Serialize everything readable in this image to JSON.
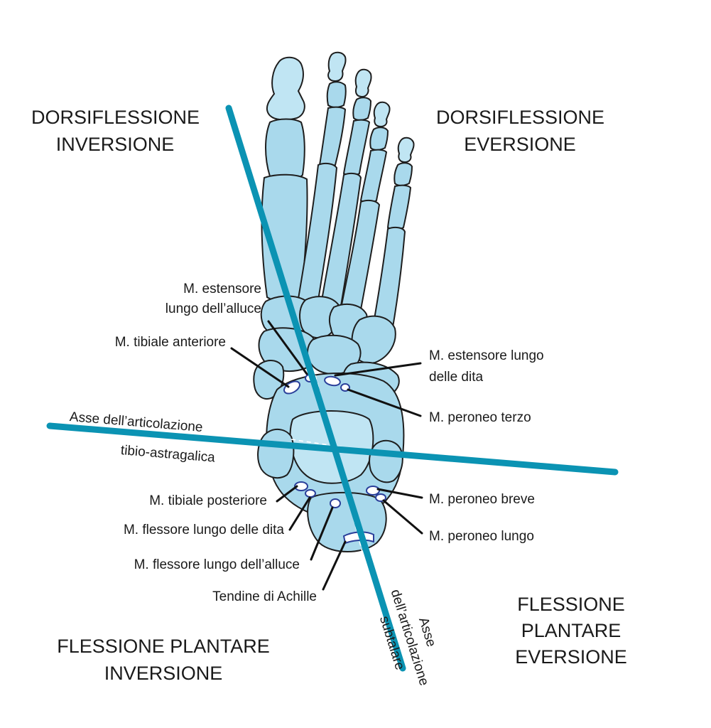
{
  "quadrants": {
    "top_left": [
      "DORSIFLESSIONE",
      "INVERSIONE"
    ],
    "top_right": [
      "DORSIFLESSIONE",
      "EVERSIONE"
    ],
    "bottom_left": [
      "FLESSIONE PLANTARE",
      "INVERSIONE"
    ],
    "bottom_right": [
      "FLESSIONE",
      "PLANTARE",
      "EVERSIONE"
    ]
  },
  "axes": {
    "tibiotalar": [
      "Asse dell’articolazione",
      "tibio-astragalica"
    ],
    "subtalar": [
      "Asse",
      "dell’articolazione",
      "subtalare"
    ]
  },
  "labels": {
    "ext_hallucis": [
      "M. estensore",
      "lungo dell’alluce"
    ],
    "tib_ant": "M. tibiale anteriore",
    "ext_digitorum": [
      "M. estensore lungo",
      "delle dita"
    ],
    "peroneus_tertius": "M. peroneo terzo",
    "tib_post": "M. tibiale posteriore",
    "flex_digitorum": "M. flessore lungo delle dita",
    "flex_hallucis": "M. flessore lungo dell’alluce",
    "achilles": "Tendine di Achille",
    "peroneus_brevis": "M. peroneo breve",
    "peroneus_longus": "M. peroneo lungo"
  },
  "colors": {
    "axis": "#0b93b3",
    "bone": "#a9d9ec",
    "tendon_outline": "#2a3f9a"
  }
}
